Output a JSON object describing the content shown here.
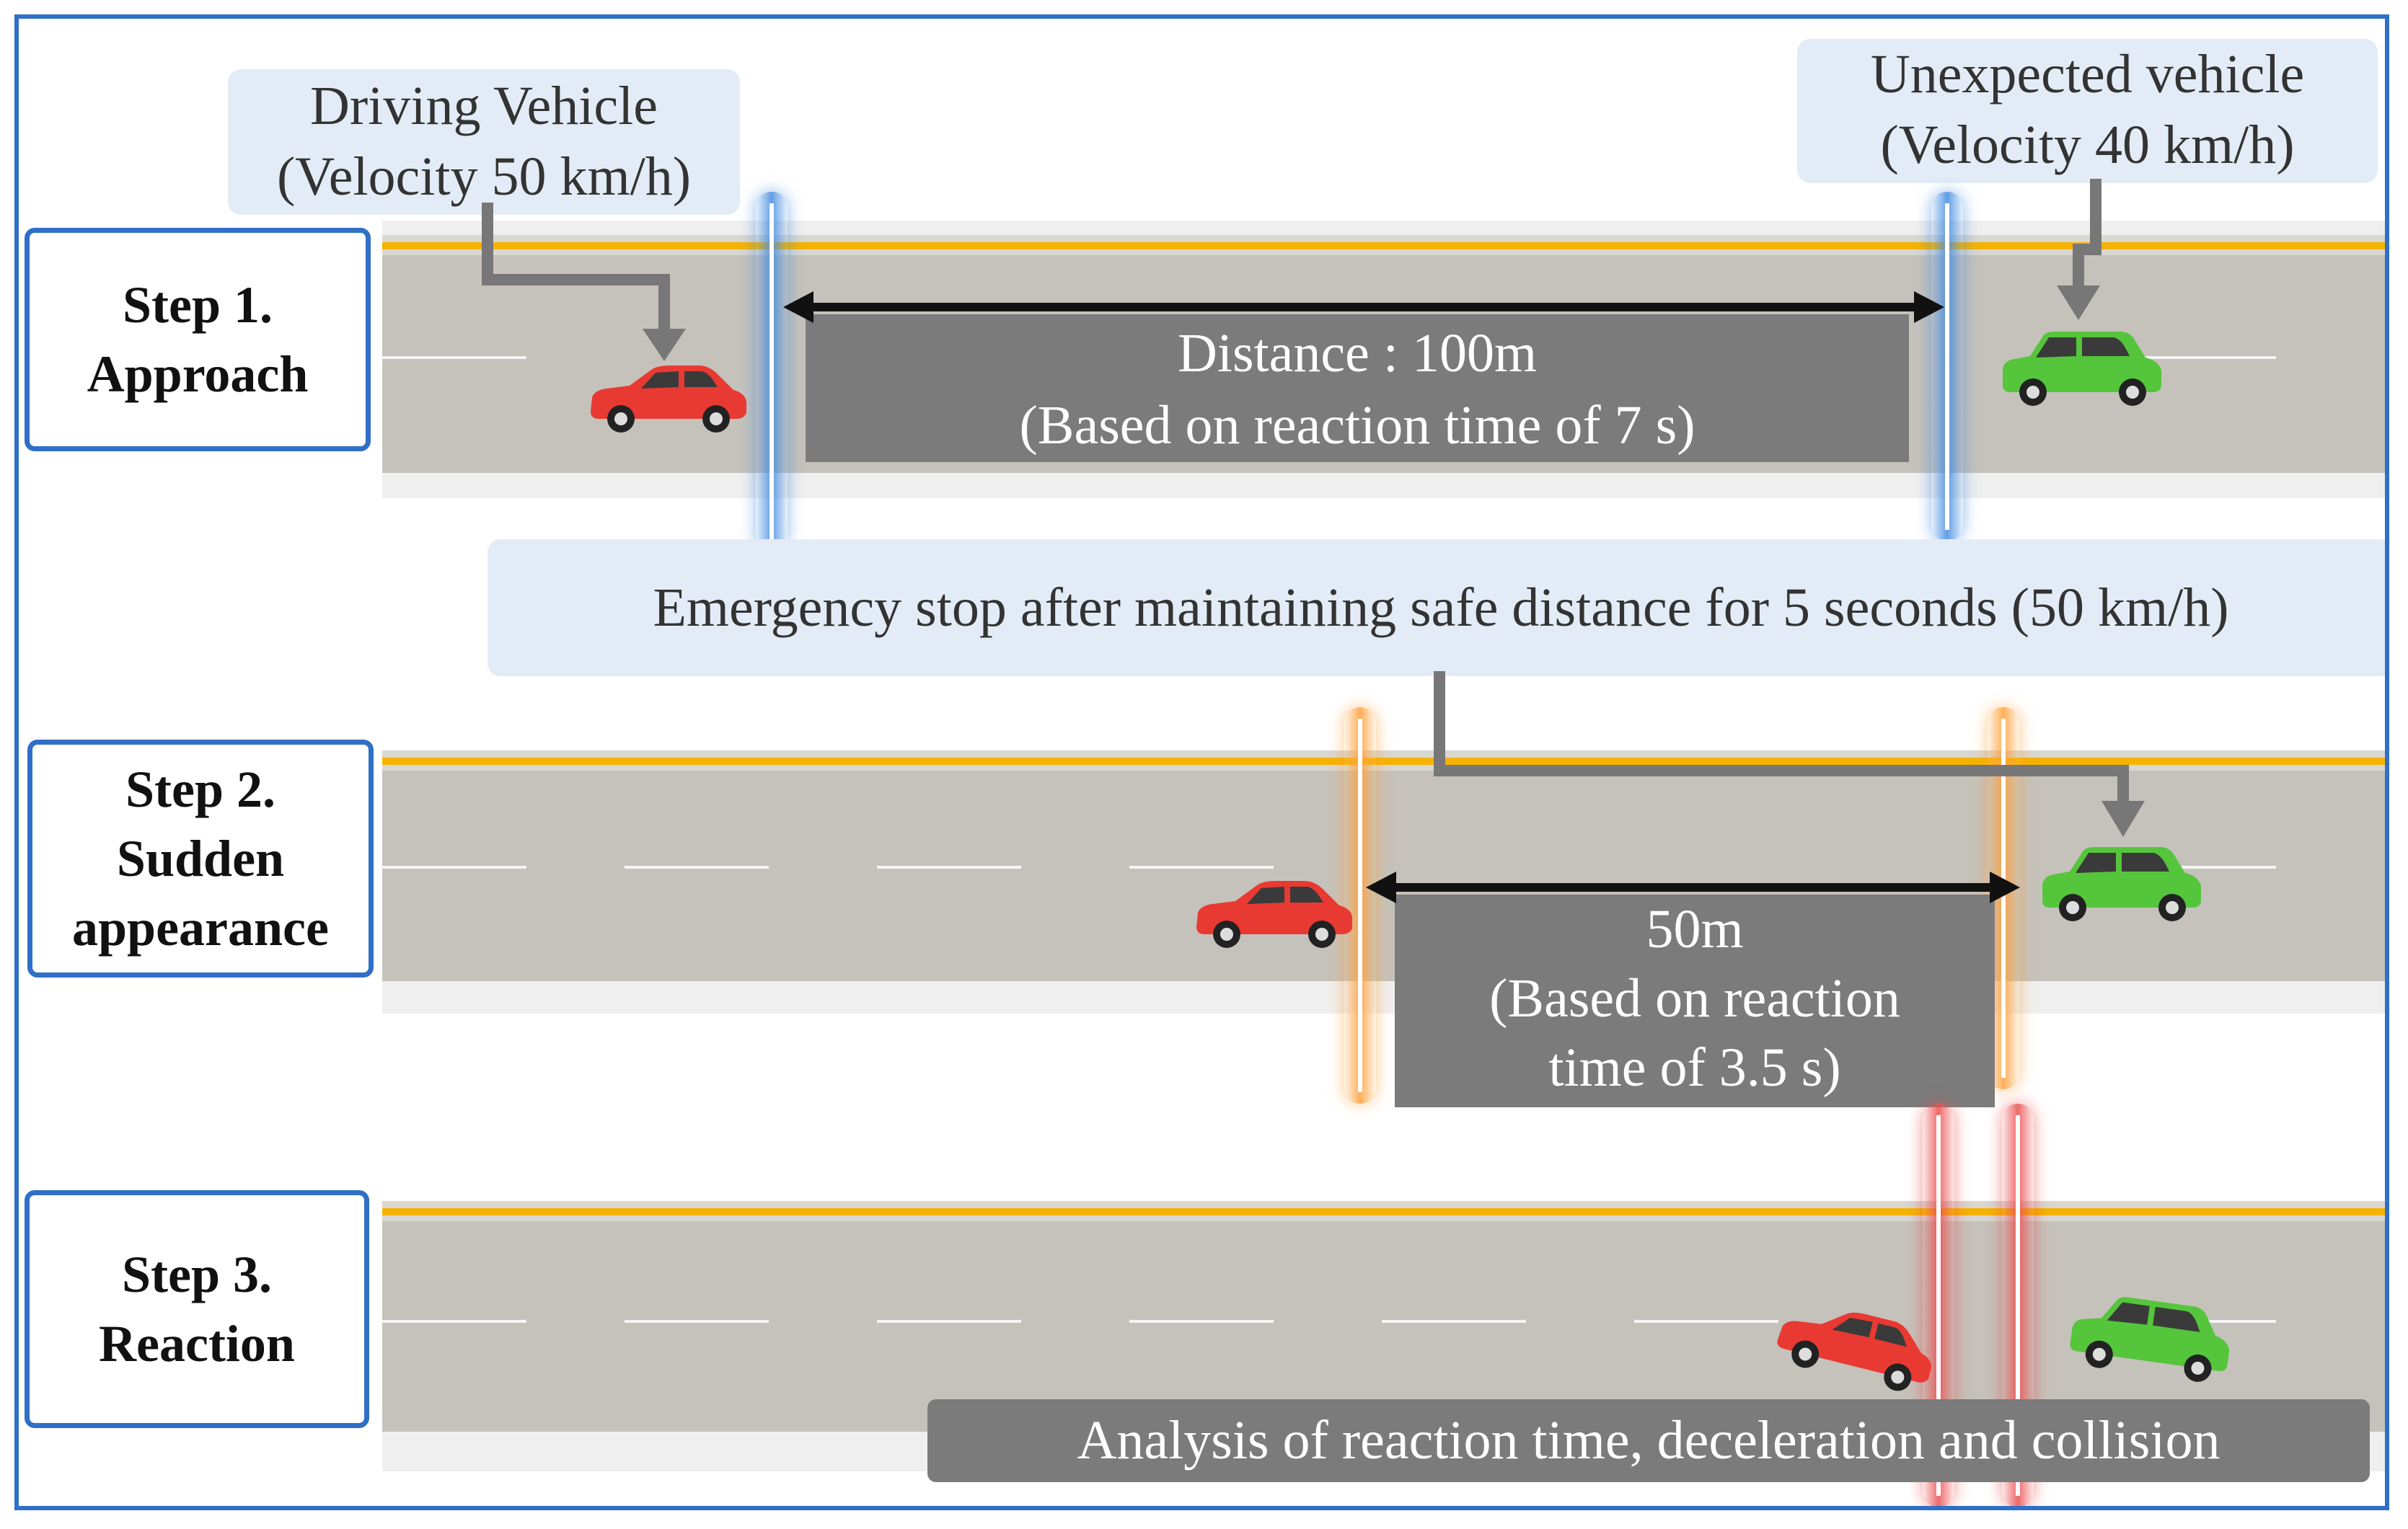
{
  "labels": {
    "driving_vehicle": [
      "Driving Vehicle",
      "(Velocity 50 km/h)"
    ],
    "unexpected_vehicle": [
      "Unexpected vehicle",
      "(Velocity  40 km/h)"
    ],
    "emergency_note": "Emergency  stop after maintaining  safe distance for 5 seconds (50 km/h)"
  },
  "steps": [
    {
      "title_line1": "Step 1.",
      "title_line2": "Approach"
    },
    {
      "title_line1": "Step 2.",
      "title_line2": "Sudden",
      "title_line3": "appearance"
    },
    {
      "title_line1": "Step 3.",
      "title_line2": "Reaction"
    }
  ],
  "step1_distance": {
    "line1": "Distance : 100m",
    "line2": "(Based on reaction time of  7 s)"
  },
  "step2_distance": {
    "line1": "50m",
    "line2": "(Based on reaction",
    "line3": "time of 3.5 s)"
  },
  "step3_note": "Analysis of reaction time, deceleration and collision",
  "icons": {
    "driving_car": "red-car-icon",
    "unexpected_car": "green-suv-icon"
  },
  "colors": {
    "frame": "#2f6fc7",
    "road": "#c5c2bb",
    "center_line": "#f5b300",
    "driving_car": "#e83a32",
    "unexpected_car": "#55c53c",
    "marker_step1": "#4a8fe0",
    "marker_step2": "#ff9f3c",
    "marker_step3": "#eb5050"
  }
}
